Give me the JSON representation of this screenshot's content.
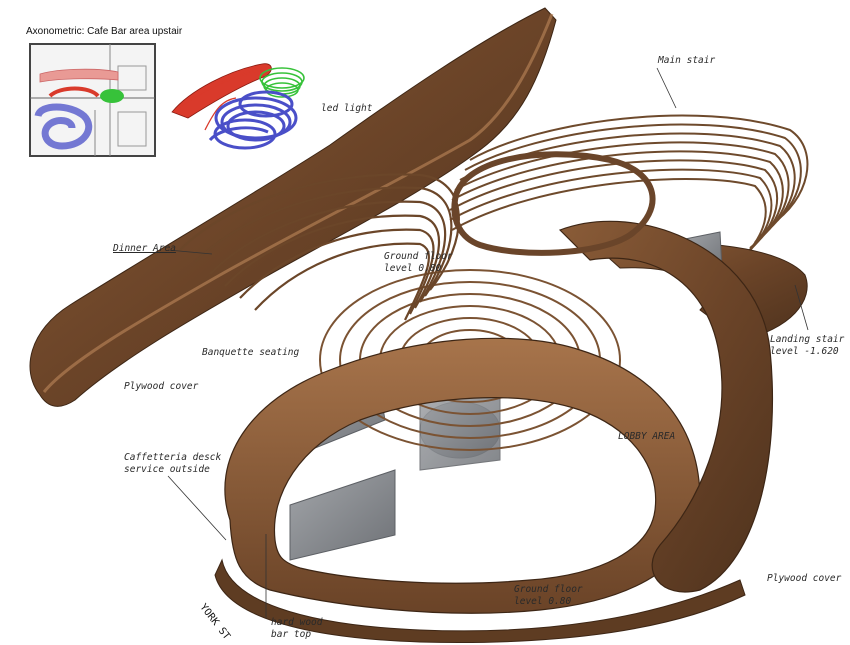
{
  "title": "Axonometric: Cafe Bar area upstair",
  "labels": {
    "led_light": "led light",
    "main_stair": "Main stair",
    "dinner_area": "Dinner Area",
    "ground_floor_top_1": "Ground floor",
    "ground_floor_top_2": "level 0.80",
    "banquette": "Banquette seating",
    "landing_1": "Landing stair",
    "landing_2": "level -1.620",
    "plywood_left": "Plywood cover",
    "caff_1": "Caffetteria desck",
    "caff_2": "service outside",
    "lobby": "LOBBY AREA",
    "ground_floor_bottom_1": "Ground floor",
    "ground_floor_bottom_2": "level 0.80",
    "plywood_right": "Plywood cover",
    "york_st": "YORK ST",
    "hardwood_1": "hard wood",
    "hardwood_2": "bar top"
  },
  "colors": {
    "wood_dark": "#5a3b22",
    "wood_mid": "#7a5232",
    "wood_light": "#9a6a44",
    "concrete": "#8c8f93",
    "plan_red": "#d93a2b",
    "plan_blue": "#4a4fc8",
    "plan_green": "#37c23a"
  }
}
